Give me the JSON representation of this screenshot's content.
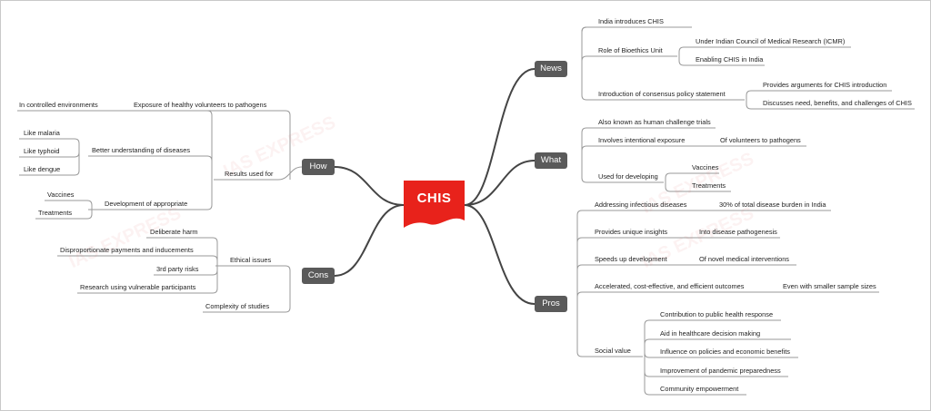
{
  "central": {
    "title": "CHIS",
    "color": "#e8221b"
  },
  "watermark": {
    "text": "IAS EXPRESS"
  },
  "colors": {
    "hub_bg": "#5a5a5a",
    "branch": "#444444",
    "leaf": "#9a9a9a"
  },
  "branches": {
    "news": {
      "label": "News",
      "items": [
        {
          "label": "India introduces CHIS"
        },
        {
          "label": "Role of Bioethics Unit",
          "children": [
            "Under Indian Council of Medical Research (ICMR)",
            "Enabling CHIS in India"
          ]
        },
        {
          "label": "Introduction of consensus policy statement",
          "children": [
            "Provides arguments for CHIS introduction",
            "Discusses need, benefits, and challenges of CHIS"
          ]
        }
      ]
    },
    "what": {
      "label": "What",
      "items": [
        {
          "label": "Also known as human challenge trials"
        },
        {
          "label": "Involves intentional exposure",
          "children": [
            "Of volunteers to pathogens"
          ]
        },
        {
          "label": "Used for developing",
          "children": [
            "Vaccines",
            "Treatments"
          ]
        }
      ]
    },
    "pros": {
      "label": "Pros",
      "items": [
        {
          "label": "Addressing infectious diseases",
          "children": [
            "30% of total disease burden in India"
          ]
        },
        {
          "label": "Provides unique insights",
          "children": [
            "Into disease pathogenesis"
          ]
        },
        {
          "label": "Speeds up development",
          "children": [
            "Of novel medical interventions"
          ]
        },
        {
          "label": "Accelerated, cost-effective, and efficient outcomes",
          "children": [
            "Even with smaller sample sizes"
          ]
        },
        {
          "label": "Social value",
          "children": [
            "Contribution to public health response",
            "Aid in healthcare decision making",
            "Influence on policies and economic benefits",
            "Improvement of pandemic preparedness",
            "Community empowerment"
          ]
        }
      ]
    },
    "how": {
      "label": "How",
      "items": [
        {
          "label": "Results used for",
          "children": [
            {
              "label": "Exposure of healthy volunteers to pathogens",
              "children": [
                "In controlled environments"
              ]
            },
            {
              "label": "Better understanding of diseases",
              "children": [
                "Like malaria",
                "Like typhoid",
                "Like dengue"
              ]
            },
            {
              "label": "Development of appropriate",
              "children": [
                "Vaccines",
                "Treatments"
              ]
            }
          ]
        }
      ]
    },
    "cons": {
      "label": "Cons",
      "items": [
        {
          "label": "Ethical issues",
          "children": [
            "Deliberate harm",
            "Disproportionate payments and inducements",
            "3rd party risks",
            "Research using vulnerable participants"
          ]
        },
        {
          "label": "Complexity of studies"
        }
      ]
    }
  }
}
